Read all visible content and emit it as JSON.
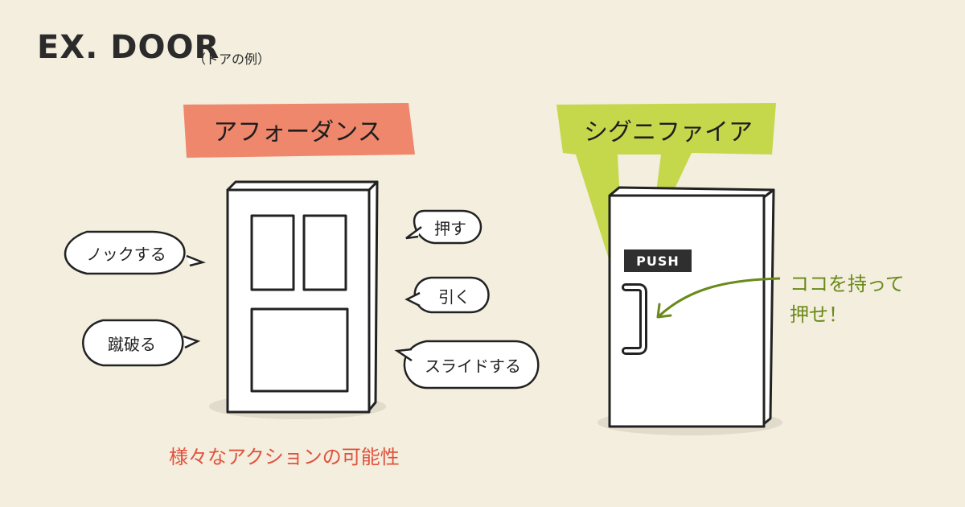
{
  "header": {
    "title": "EX. DOOR",
    "subtitle": "（ドアの例）"
  },
  "affordance": {
    "label": "アフォーダンス",
    "actions": [
      "押す",
      "ノックする",
      "引く",
      "蹴破る",
      "スライドする"
    ],
    "caption": "様々なアクションの可能性"
  },
  "signifier": {
    "label": "シグニファイア",
    "push_label": "PUSH",
    "note_line1": "ココを持って",
    "note_line2": "押せ！"
  },
  "colors": {
    "background": "#f3eedd",
    "affordance": "#ef876c",
    "signifier": "#c5d84c",
    "caption": "#e0523e",
    "note": "#6a8a1a"
  }
}
